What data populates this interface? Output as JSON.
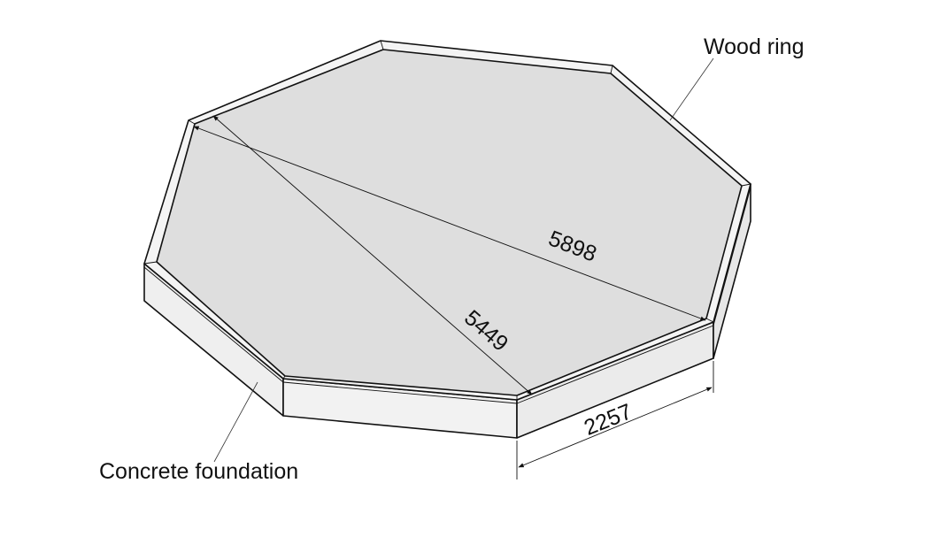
{
  "labels": {
    "wood_ring": "Wood ring",
    "concrete_foundation": "Concrete foundation"
  },
  "dimensions": {
    "diagonal_long": "5898",
    "diagonal_short": "5449",
    "side_length": "2257"
  },
  "colors": {
    "floor": "#dedede",
    "ring_top": "#f4f4f4",
    "slab_side": "#efefef",
    "stroke": "#111111"
  }
}
